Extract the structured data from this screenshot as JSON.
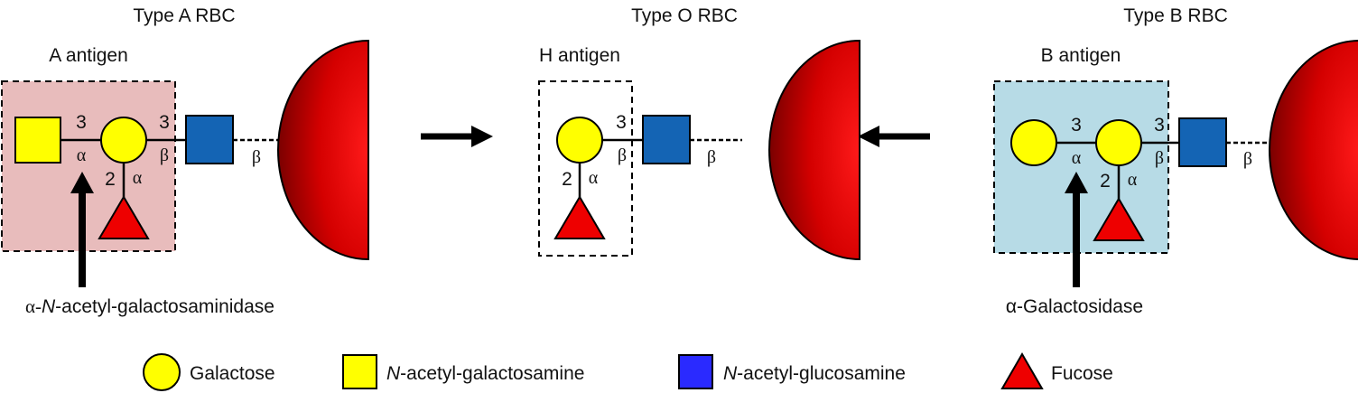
{
  "panels": {
    "type_a": {
      "cell_label": "Type A RBC",
      "antigen_label": "A antigen",
      "box_fill": "#e8bcbc",
      "link_gal_gal_num": "3",
      "link_gal_gal_greek": "α",
      "link_gal_glcnac_num": "3",
      "link_gal_glcnac_greek": "β",
      "link_fuc_num": "2",
      "link_fuc_greek": "α",
      "link_rbc_greek": "β",
      "enzyme_prefix": "α-",
      "enzyme_italic": "N",
      "enzyme_suffix": "-acetyl-galactosaminidase"
    },
    "type_o": {
      "cell_label": "Type O RBC",
      "antigen_label": "H antigen",
      "link_gal_glcnac_num": "3",
      "link_gal_glcnac_greek": "β",
      "link_fuc_num": "2",
      "link_fuc_greek": "α",
      "link_rbc_greek": "β"
    },
    "type_b": {
      "cell_label": "Type B RBC",
      "antigen_label": "B antigen",
      "box_fill": "#b7dbe6",
      "link_gal_gal_num": "3",
      "link_gal_gal_greek": "α",
      "link_gal_glcnac_num": "3",
      "link_gal_glcnac_greek": "β",
      "link_fuc_num": "2",
      "link_fuc_greek": "α",
      "link_rbc_greek": "β",
      "enzyme": "α-Galactosidase"
    }
  },
  "legend": {
    "galactose": "Galactose",
    "galnac_italic": "N",
    "galnac_suffix": "-acetyl-galactosamine",
    "glcnac_italic": "N",
    "glcnac_suffix": "-acetyl-glucosamine",
    "fucose": "Fucose"
  },
  "colors": {
    "galactose": "#ffff00",
    "galnac": "#ffff00",
    "glcnac_structure": "#1464b4",
    "glcnac_legend": "#2a2aff",
    "fucose": "#ee0000",
    "rbc": "#cc0000"
  },
  "icons": {
    "galactose": "circle",
    "galnac": "square",
    "glcnac": "square",
    "fucose": "triangle",
    "rbc": "half-circle"
  }
}
